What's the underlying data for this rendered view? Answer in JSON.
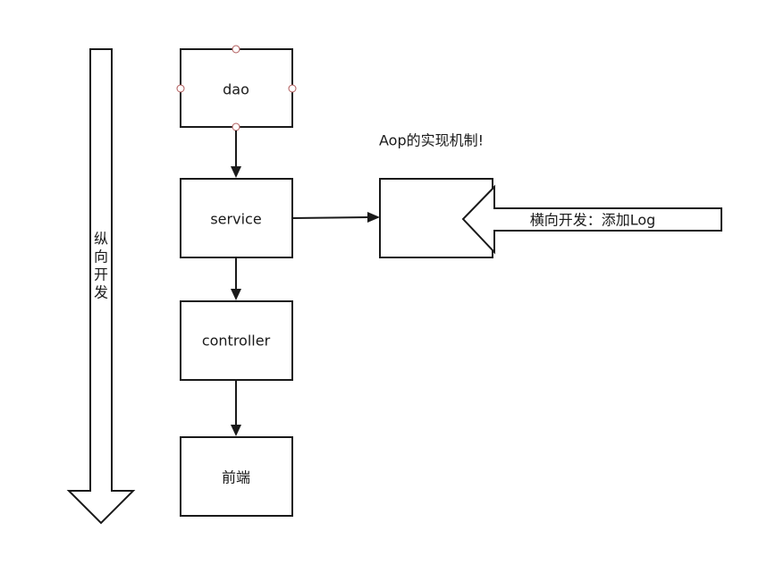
{
  "nodes": {
    "dao": "dao",
    "service": "service",
    "controller": "controller",
    "frontend": "前端",
    "aop_box": ""
  },
  "annotations": {
    "aop_title": "Aop的实现机制!",
    "horizontal_dev": "横向开发：添加Log",
    "vertical_dev_chars": [
      "纵",
      "向",
      "开",
      "发"
    ]
  }
}
